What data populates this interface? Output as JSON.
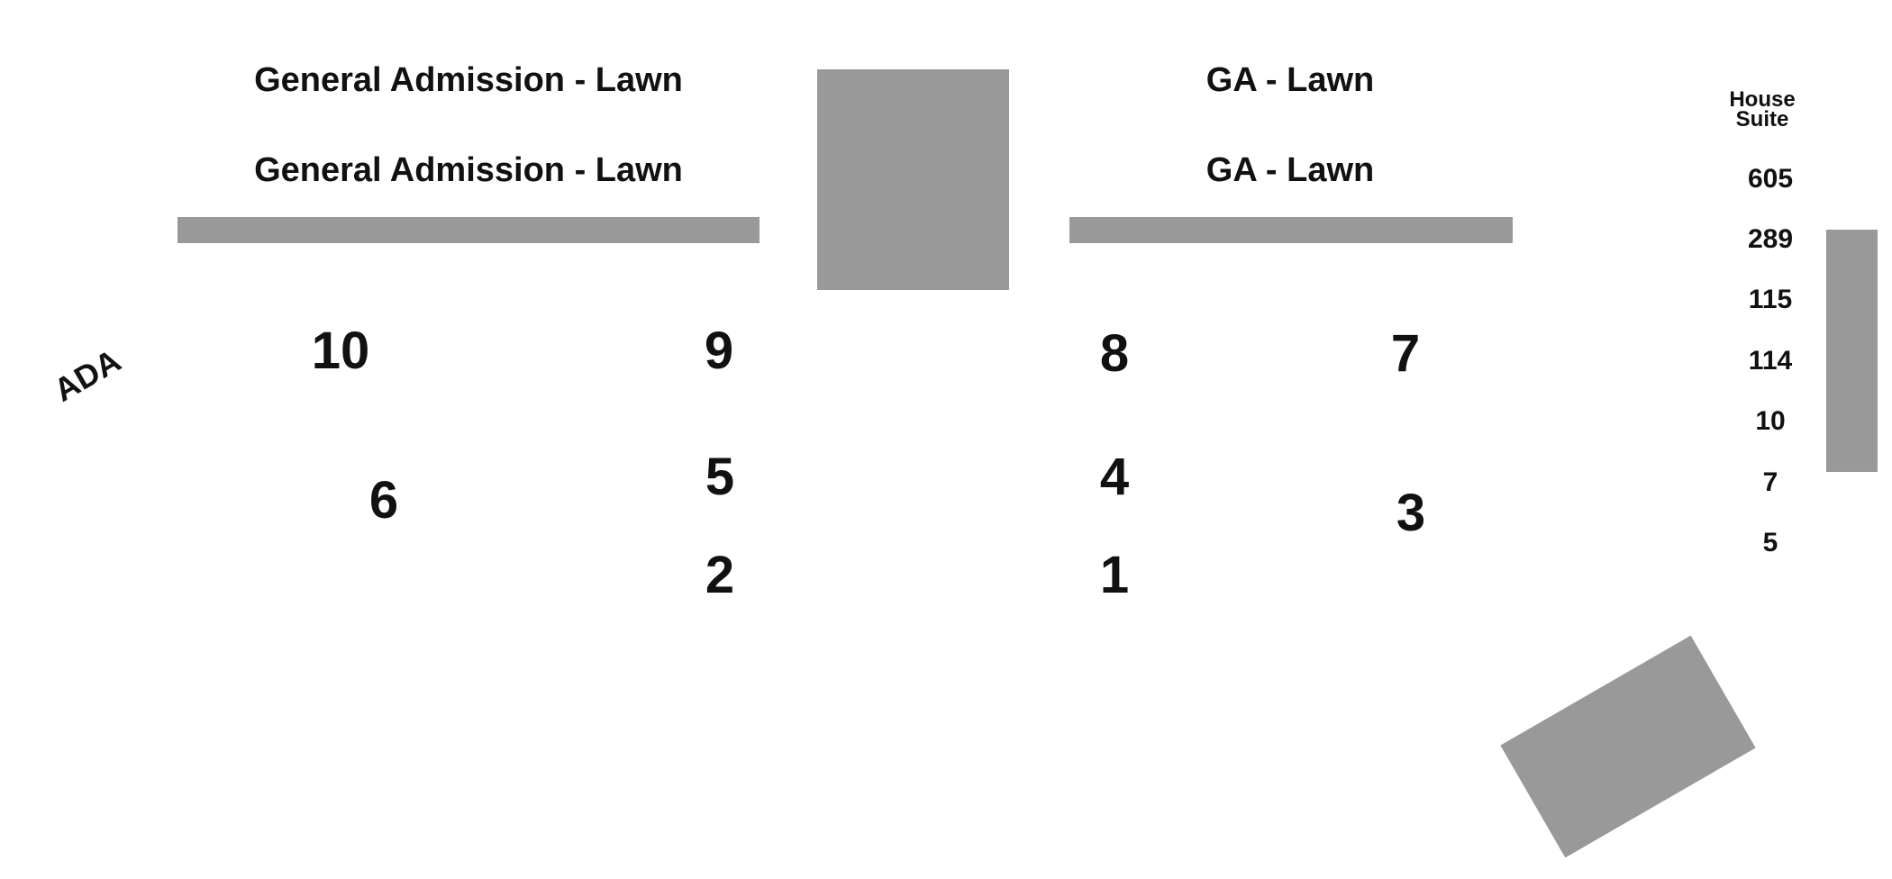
{
  "lawn": {
    "left_top": "General Admission - Lawn",
    "left_bottom": "General Admission - Lawn",
    "right_top": "GA - Lawn",
    "right_bottom": "GA - Lawn"
  },
  "sections": {
    "s10": "10",
    "s9": "9",
    "s8": "8",
    "s7": "7",
    "s6": "6",
    "s5": "5",
    "s4": "4",
    "s3": "3",
    "s2": "2",
    "s1": "1"
  },
  "ada": "ADA",
  "suites": {
    "header_line1": "House",
    "header_line2": "Suite",
    "items": [
      "605",
      "289",
      "115",
      "114",
      "10",
      "7",
      "5"
    ]
  },
  "colors": {
    "block": "#999999",
    "text": "#111111",
    "background": "#ffffff"
  }
}
